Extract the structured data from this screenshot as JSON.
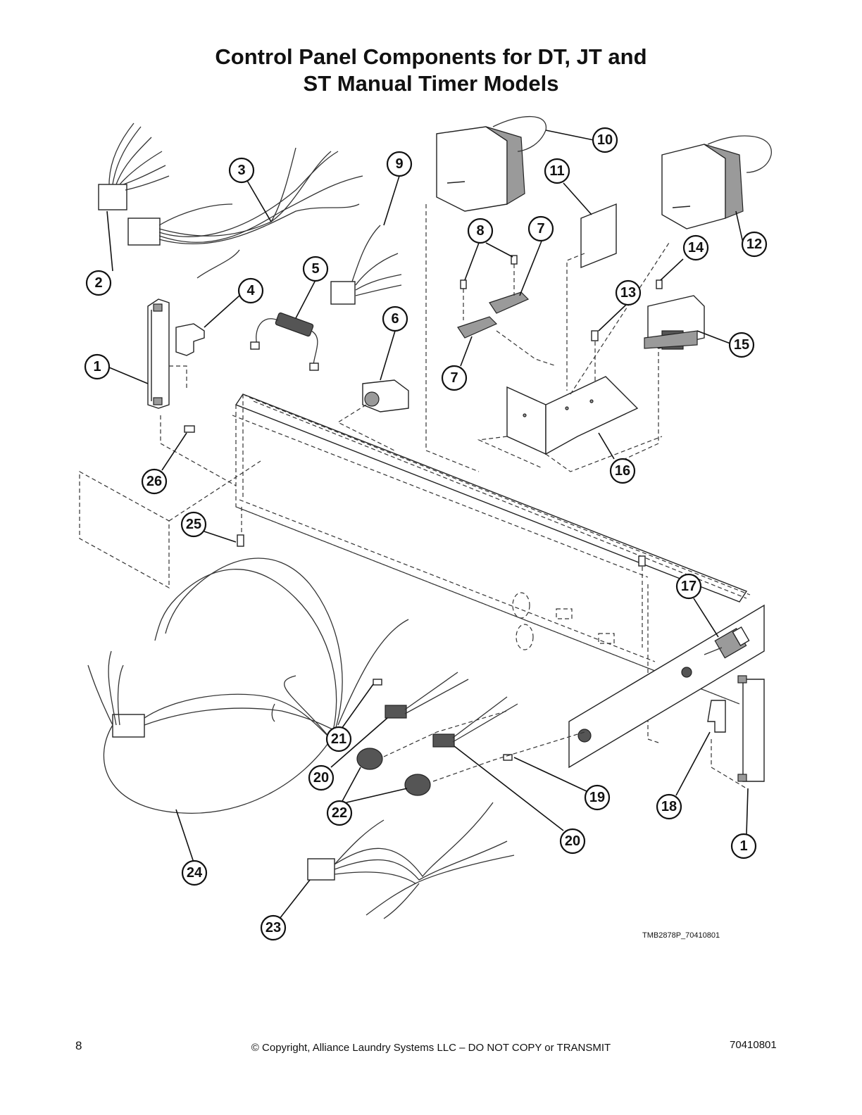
{
  "title": {
    "line1": "Control Panel Components for DT, JT and",
    "line2": "ST Manual Timer Models"
  },
  "callouts": [
    "1",
    "2",
    "3",
    "4",
    "5",
    "6",
    "7",
    "8",
    "9",
    "10",
    "11",
    "12",
    "13",
    "14",
    "15",
    "16",
    "17",
    "18",
    "19",
    "20",
    "21",
    "22",
    "23",
    "24",
    "25",
    "26"
  ],
  "figure_code": "TMB2878P_70410801",
  "footer": {
    "page_number": "8",
    "copyright": "© Copyright, Alliance Laundry Systems LLC – DO NOT COPY or TRANSMIT",
    "doc_number": "70410801"
  }
}
